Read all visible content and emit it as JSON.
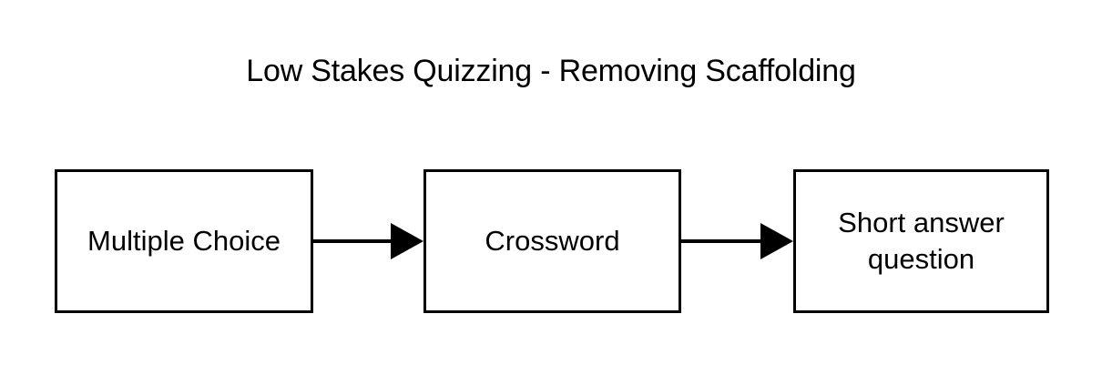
{
  "diagram": {
    "title": "Low Stakes Quizzing - Removing Scaffolding",
    "type": "flowchart",
    "orientation": "left-to-right",
    "background_color": "#ffffff",
    "stroke_color": "#000000",
    "text_color": "#000000",
    "nodes": [
      {
        "id": "multiple-choice",
        "label": "Multiple Choice"
      },
      {
        "id": "crossword",
        "label": "Crossword"
      },
      {
        "id": "short-answer",
        "label": "Short answer\nquestion"
      }
    ],
    "connectors": [
      {
        "id": "mc-to-crossword",
        "from": "multiple-choice",
        "to": "crossword",
        "style": "solid-arrow"
      },
      {
        "id": "crossword-to-short",
        "from": "crossword",
        "to": "short-answer",
        "style": "solid-arrow"
      }
    ]
  }
}
